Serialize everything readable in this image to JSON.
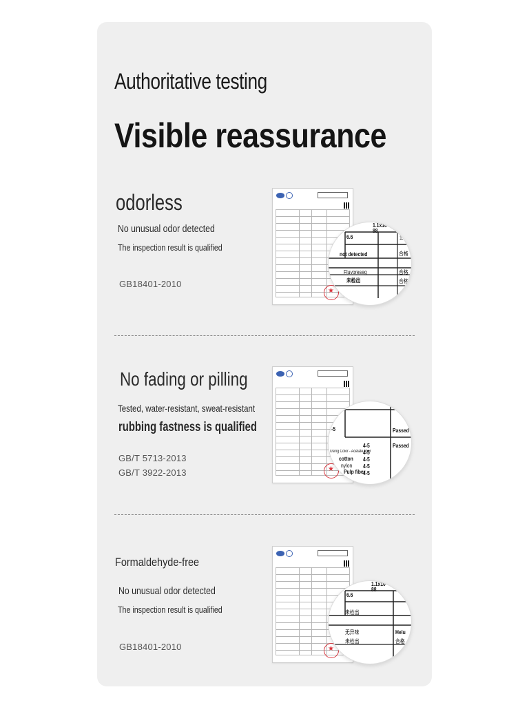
{
  "header": {
    "subtitle": "Authoritative testing",
    "title": "Visible reassurance"
  },
  "sections": [
    {
      "title": "odorless",
      "line1": "No unusual odor detected",
      "line2": "The inspection result is qualified",
      "standards": [
        "GB18401-2010"
      ],
      "magnified": [
        "1.1x10",
        "88",
        "6.6",
        "not detected",
        "Fluvoreseg",
        "未检出",
        "合格",
        "合格",
        "合格",
        "1."
      ]
    },
    {
      "title": "No fading or pilling",
      "line1": "Tested, water-resistant, sweat-resistant",
      "line2": "rubbing fastness is qualified",
      "standards": [
        "GB/T 5713-2013",
        "GB/T 3922-2013"
      ],
      "magnified": [
        "Passed",
        "Passed",
        "-5",
        "Using Color - Acetate fiber",
        "cotton",
        "nylon",
        "Pulp fiber",
        "4-5",
        "4-5",
        "4-5",
        "4-5",
        "4-5"
      ]
    },
    {
      "title": "Formaldehyde-free",
      "line1": "No unusual odor detected",
      "line2": "The inspection result is qualified",
      "standards": [
        "GB18401-2010"
      ],
      "magnified": [
        "1.1x10",
        "88",
        "6.6",
        "未检出",
        "无异味",
        "未检出",
        "Helu",
        "合格"
      ]
    }
  ]
}
